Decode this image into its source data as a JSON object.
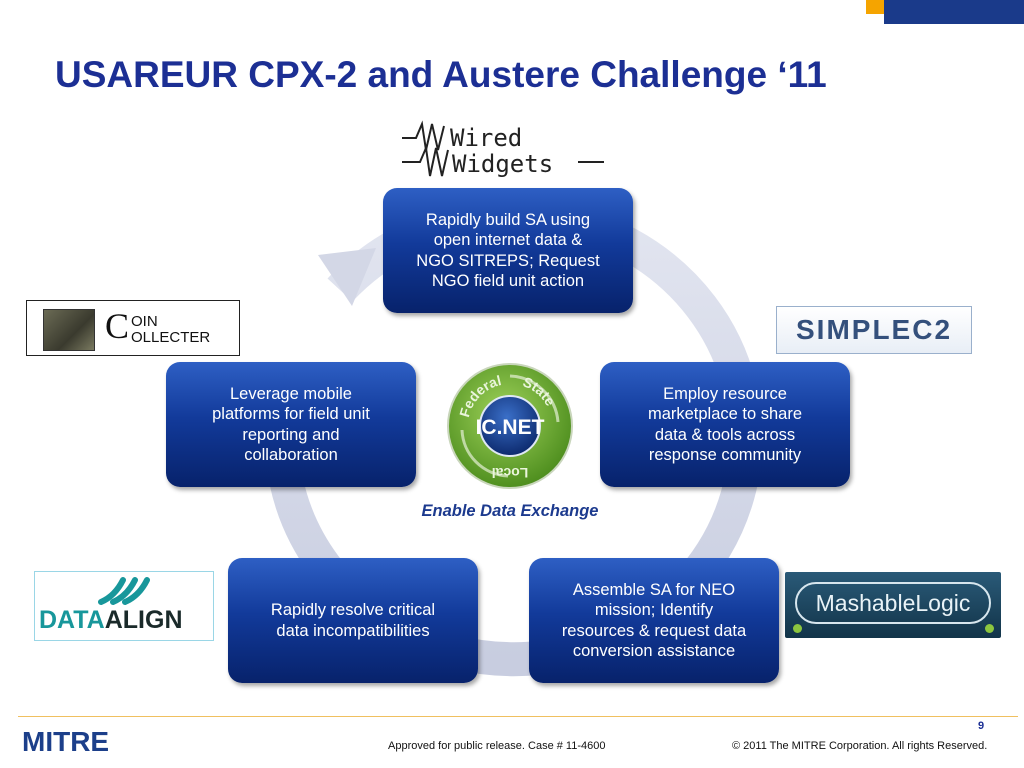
{
  "slide": {
    "title": "USAREUR CPX-2 and Austere Challenge ‘11",
    "center_caption": "Enable Data Exchange",
    "boxes": [
      {
        "lines": [
          "Rapidly build SA using",
          "open internet data &",
          "NGO SITREPS; Request",
          "NGO field unit action"
        ]
      },
      {
        "lines": [
          "Employ resource",
          "marketplace to share",
          "data & tools across",
          "response community"
        ]
      },
      {
        "lines": [
          "Assemble SA for NEO",
          "mission; Identify",
          "resources & request data",
          "conversion assistance"
        ]
      },
      {
        "lines": [
          "Rapidly resolve critical",
          "data incompatibilities"
        ]
      },
      {
        "lines": [
          "Leverage mobile",
          "platforms for field unit",
          "reporting and",
          "collaboration"
        ]
      }
    ],
    "logos": {
      "coin": {
        "letter": "C",
        "line1": "OIN",
        "line2": "OLLECTER"
      },
      "simplec2": {
        "text": "SIMPLEC2"
      },
      "dataalign": {
        "part1": "DATA",
        "part2": "ALIGN"
      },
      "mashable": {
        "text": "MashableLogic"
      },
      "wired": {
        "line1": "Wired",
        "line2": "Widgets"
      },
      "icnet": {
        "center": "IC.NET",
        "federal": "Federal",
        "state": "State",
        "local": "Local"
      }
    }
  },
  "footer": {
    "page_number": "9",
    "brand": "MITRE",
    "release": "Approved for public release. Case # 11-4600",
    "copyright": "© 2011 The MITRE Corporation. All rights Reserved."
  },
  "colors": {
    "title": "#1c2f94",
    "box_dark": "#07226b",
    "box_light": "#2e5fc4",
    "ring": "#d6d9e8",
    "icnet_green": "#6fae2e",
    "accent_orange": "#f5a400"
  }
}
